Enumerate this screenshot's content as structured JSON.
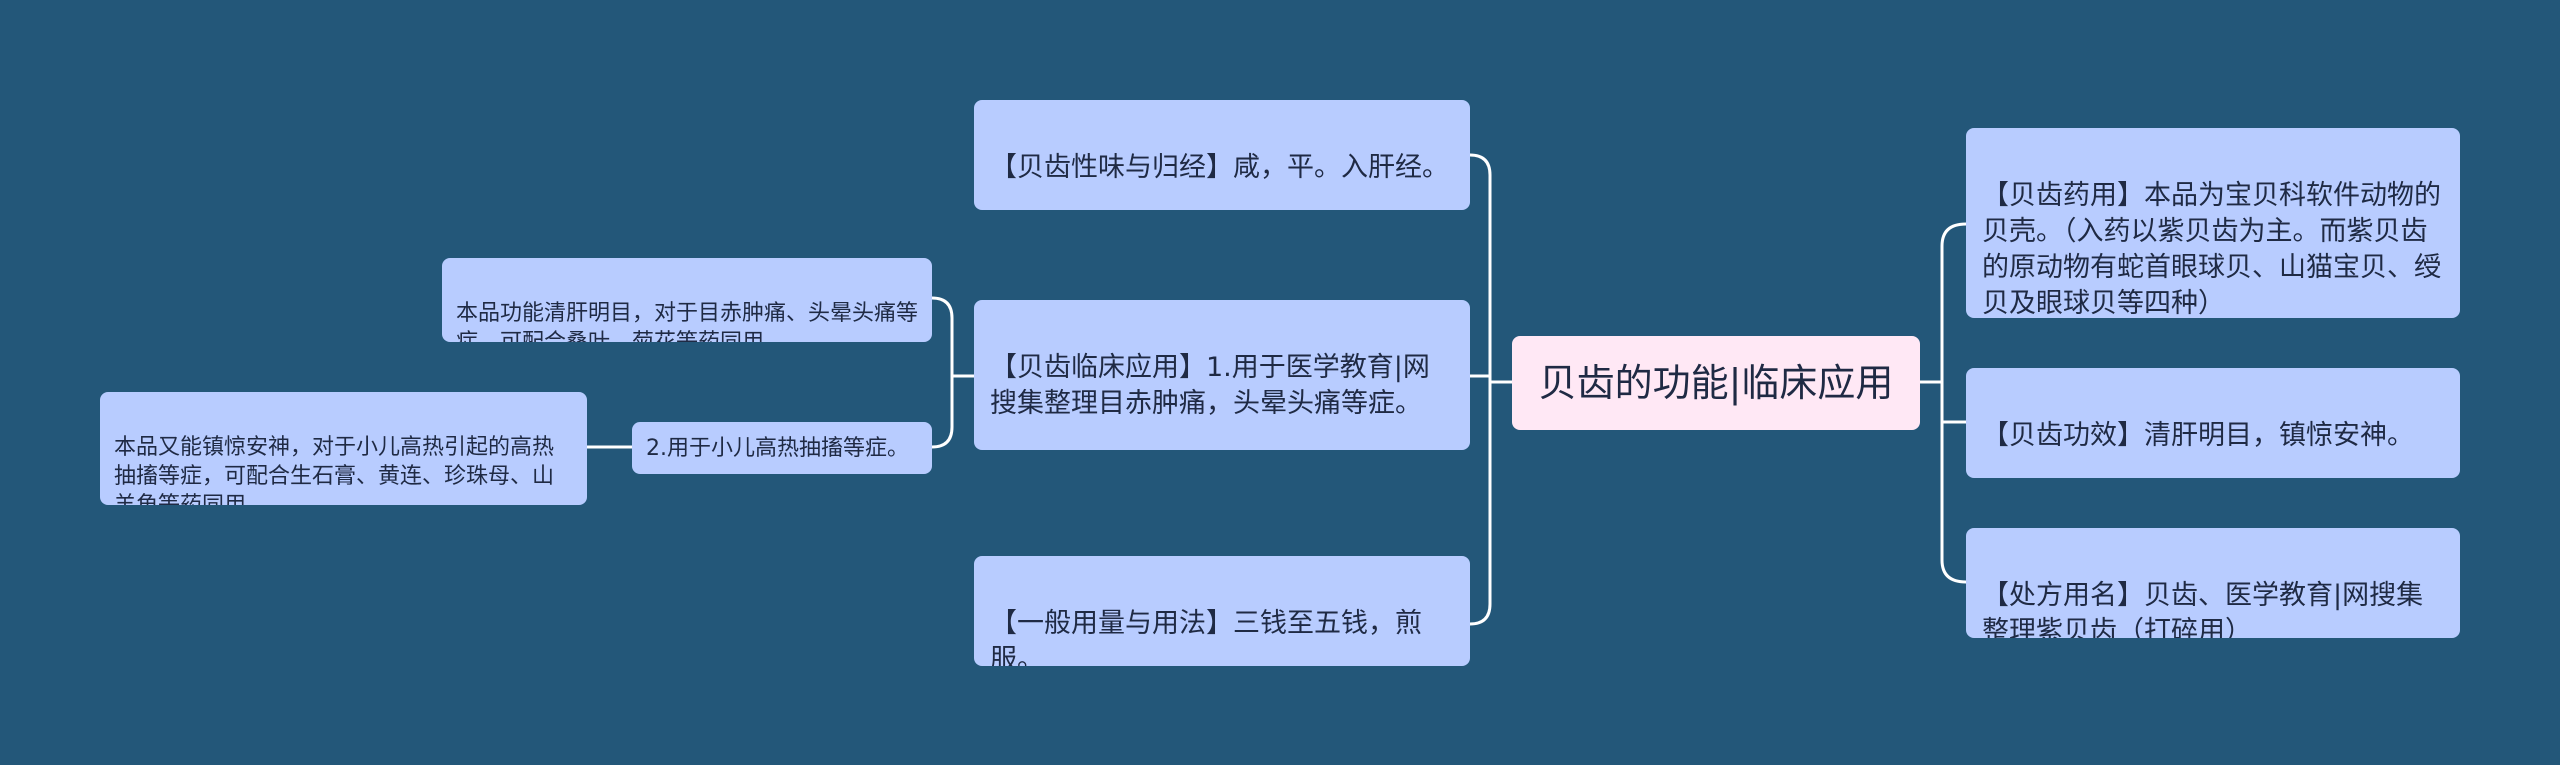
{
  "mindmap": {
    "root": "贝齿的功能|临床应用",
    "left": [
      {
        "id": "xingwei",
        "text": "【贝齿性味与归经】咸，平。入肝经。"
      },
      {
        "id": "linchuang",
        "text": "【贝齿临床应用】1.用于医学教育|网搜集整理目赤肿痛，头晕头痛等症。",
        "children": [
          {
            "id": "qinggan",
            "text": "本品功能清肝明目，对于目赤肿痛、头晕头痛等症，可配合桑叶、菊花等药同用。"
          },
          {
            "id": "chouchu",
            "text": "2.用于小儿高热抽搐等症。",
            "children": [
              {
                "id": "zhenjing",
                "text": "本品又能镇惊安神，对于小儿高热引起的高热抽搐等症，可配合生石膏、黄连、珍珠母、山羊角等药同用。"
              }
            ]
          }
        ]
      },
      {
        "id": "yongliang",
        "text": "【一般用量与用法】三钱至五钱，煎服。"
      }
    ],
    "right": [
      {
        "id": "yaoyong",
        "text": "【贝齿药用】本品为宝贝科软件动物的贝壳。（入药以紫贝齿为主。而紫贝齿的原动物有蛇首眼球贝、山猫宝贝、绶贝及眼球贝等四种）"
      },
      {
        "id": "gongxiao",
        "text": "【贝齿功效】清肝明目，镇惊安神。"
      },
      {
        "id": "chufang",
        "text": "【处方用名】贝齿、医学教育|网搜集整理紫贝齿（打碎用）"
      }
    ]
  },
  "colors": {
    "background": "#235779",
    "root_fill": "#ffe8f5",
    "node_fill": "#b8ccff",
    "link": "#ffffff"
  }
}
